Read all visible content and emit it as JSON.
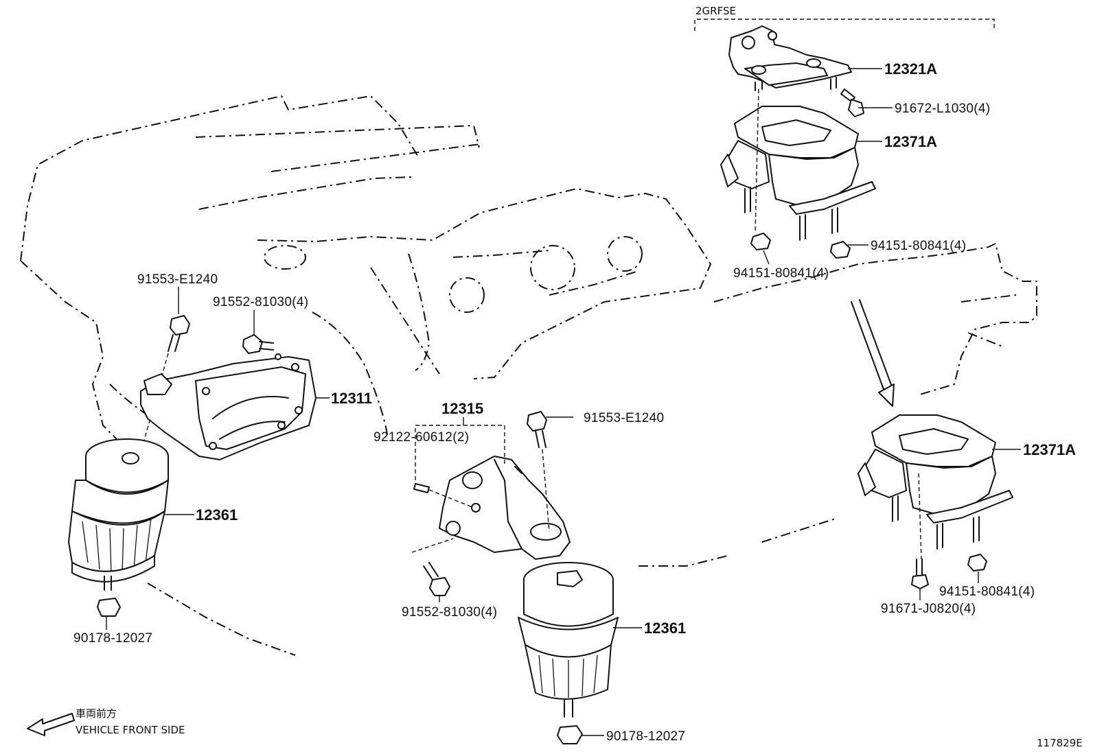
{
  "section_label": "2GRFSE",
  "front_side": {
    "japanese": "車両前方",
    "english": "VEHICLE FRONT SIDE"
  },
  "diagram_id": "117829E",
  "callouts": {
    "p12321A": "12321A",
    "p91672": "91672-L1030(4)",
    "p12371A_top": "12371A",
    "p94151_top_right": "94151-80841(4)",
    "p94151_top_left": "94151-80841(4)",
    "p12371A_right": "12371A",
    "p94151_right": "94151-80841(4)",
    "p91671": "91671-J0820(4)",
    "p91553_left": "91553-E1240",
    "p91552_left": "91552-81030(4)",
    "p12311": "12311",
    "p12361_left": "12361",
    "p90178_left": "90178-12027",
    "p12315": "12315",
    "p92122": "92122-60612(2)",
    "p91553_center": "91553-E1240",
    "p91552_center": "91552-81030(4)",
    "p12361_center": "12361",
    "p90178_center": "90178-12027"
  }
}
